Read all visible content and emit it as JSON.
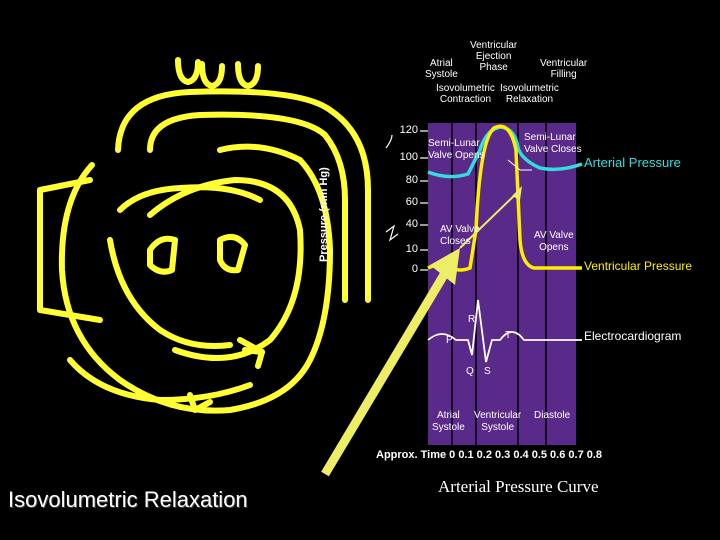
{
  "phases": {
    "atrial_systole": [
      "Atrial",
      "Systole"
    ],
    "isovolumetric_contraction": [
      "Isovolumetric",
      "Contraction"
    ],
    "ejection": [
      "Ventricular",
      "Ejection",
      "Phase"
    ],
    "isovolumetric_relaxation": [
      "Isovolumetric",
      "Relaxation"
    ],
    "filling": [
      "Ventricular",
      "Filling"
    ]
  },
  "y_axis_label": "Pressure (mm Hg)",
  "y_ticks": [
    "120",
    "100",
    "80",
    "60",
    "40",
    "10",
    "0"
  ],
  "labels": {
    "semilunar_opens": [
      "Semi-Lunar",
      "Valve Opens"
    ],
    "semilunar_closes": [
      "Semi-Lunar",
      "Valve Closes"
    ],
    "av_closes": [
      "AV Valve",
      "Closes"
    ],
    "av_opens": [
      "AV Valve",
      "Opens"
    ],
    "arterial_pressure": "Arterial Pressure",
    "ventricular_pressure": "Ventricular Pressure",
    "electrocardiogram": "Electrocardiogram"
  },
  "ecg_waves": {
    "p": "P",
    "r": "R",
    "t": "T",
    "q": "Q",
    "s": "S"
  },
  "bottom_phases": {
    "atrial_systole": [
      "Atrial",
      "Systole"
    ],
    "ventricular_systole": [
      "Ventricular",
      "Systole"
    ],
    "diastole": "Diastole"
  },
  "time_axis": "Approx. Time 0 0.1 0.2 0.3 0.4 0.5 0.6 0.7 0.8",
  "captions": {
    "left": "Isovolumetric Relaxation",
    "right": "Arterial Pressure Curve"
  },
  "colors": {
    "heart": "#ffff33",
    "panel": "#5a2a8a",
    "arterial": "#33dddd",
    "ventricular": "#ffee00",
    "arrow": "#eeee66"
  }
}
